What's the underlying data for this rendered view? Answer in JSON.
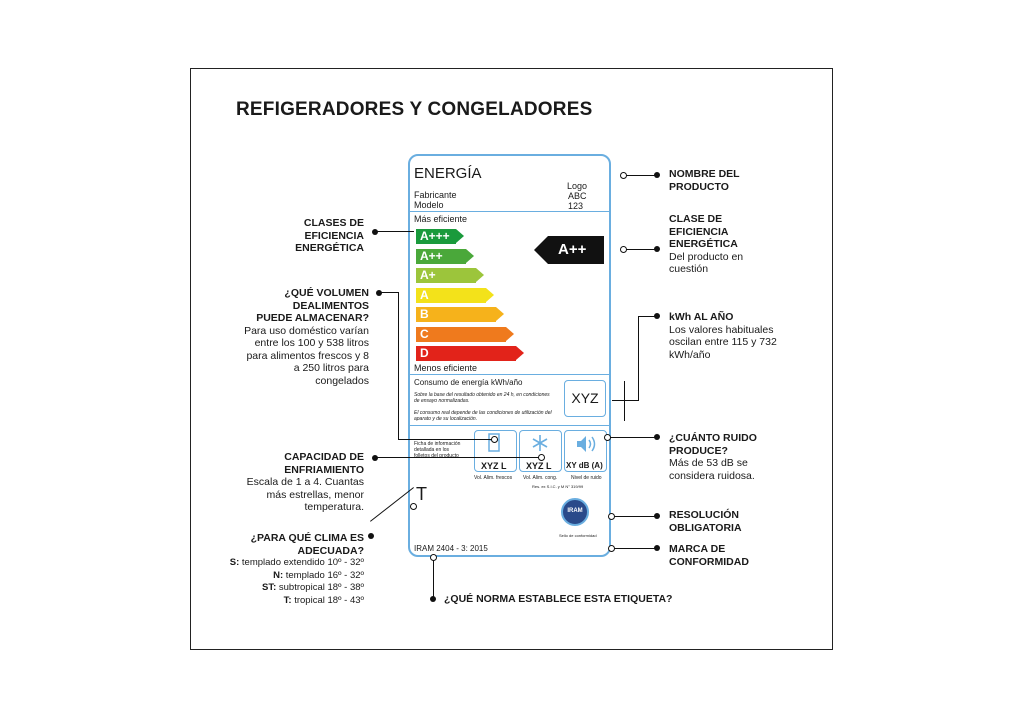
{
  "title": "REFIGERADORES Y CONGELADORES",
  "label": {
    "energia": "ENERGÍA",
    "fabricante": "Fabricante",
    "modelo": "Modelo",
    "logo": "Logo",
    "abc": "ABC",
    "num": "123",
    "mas_eficiente": "Más eficiente",
    "menos_eficiente": "Menos eficiente",
    "classes": [
      "A+++",
      "A++",
      "A+",
      "A",
      "B",
      "C",
      "D"
    ],
    "class_colors": [
      "#1a9a3c",
      "#4aa83a",
      "#9cc53b",
      "#f3e21a",
      "#f6b21b",
      "#ef7a1d",
      "#e2231a"
    ],
    "product_class": "A++",
    "consumo": "Consumo de energía kWh/año",
    "nota1": "Sobre la base del resultado obtenido en 24 h, en condiciones de ensayo normalizadas.",
    "nota2": "El consumo real depende de las condiciones de utilización del aparato y de su localización.",
    "xyz": "XYZ",
    "ficha": "Ficha de información detallada en los folletos del producto",
    "icon1_val": "XYZ L",
    "icon2_val": "XYZ L",
    "icon3_val": "XY dB (A)",
    "icon1_cap": "Vol. Alim. frescos",
    "icon2_cap": "Vol. Alim. cong.",
    "icon3_cap": "Nivel de ruido",
    "res": "Res. ex S.I.C. y M N° 319/99",
    "seal": "IRAM",
    "seal_cap": "Sello de conformidad",
    "t_mark": "T",
    "norma": "IRAM 2404 - 3: 2015"
  },
  "annotations": {
    "clases": [
      "CLASES DE",
      "EFICIENCIA",
      "ENERGÉTICA"
    ],
    "volumen_title": [
      "¿QUÉ VOLUMEN",
      "DEALIMENTOS",
      "PUEDE ALMACENAR?"
    ],
    "volumen_text": [
      "Para uso doméstico varían",
      "entre los 100 y 538 litros",
      "para alimentos frescos y 8",
      "a 250 litros para",
      "congelados"
    ],
    "capacidad_title": [
      "CAPACIDAD DE",
      "ENFRIAMIENTO"
    ],
    "capacidad_text": [
      "Escala de 1 a 4. Cuantas",
      "más estrellas, menor",
      "temperatura."
    ],
    "clima_title": [
      "¿PARA QUÉ CLIMA ES",
      "ADECUADA?"
    ],
    "clima": [
      {
        "k": "S:",
        "v": "templado extendido 10º - 32º"
      },
      {
        "k": "N:",
        "v": "templado 16º - 32º"
      },
      {
        "k": "ST:",
        "v": "subtropical 18º - 38º"
      },
      {
        "k": "T:",
        "v": "tropical 18º - 43º"
      }
    ],
    "nombre": [
      "NOMBRE DEL",
      "PRODUCTO"
    ],
    "clase_title": [
      "CLASE DE",
      "EFICIENCIA",
      "ENERGÉTICA"
    ],
    "clase_text": [
      "Del producto en",
      "cuestión"
    ],
    "kwh_title": "kWh AL AÑO",
    "kwh_text": [
      "Los valores habituales",
      "oscilan entre 115 y 732",
      "kWh/año"
    ],
    "ruido_title": [
      "¿CUÁNTO RUIDO",
      "PRODUCE?"
    ],
    "ruido_text": [
      "Más de 53 dB se",
      "considera ruidosa."
    ],
    "resolucion": [
      "RESOLUCIÓN",
      "OBLIGATORIA"
    ],
    "marca": [
      "MARCA DE",
      "CONFORMIDAD"
    ],
    "norma_q": "¿QUÉ NORMA ESTABLECE ESTA ETIQUETA?"
  }
}
